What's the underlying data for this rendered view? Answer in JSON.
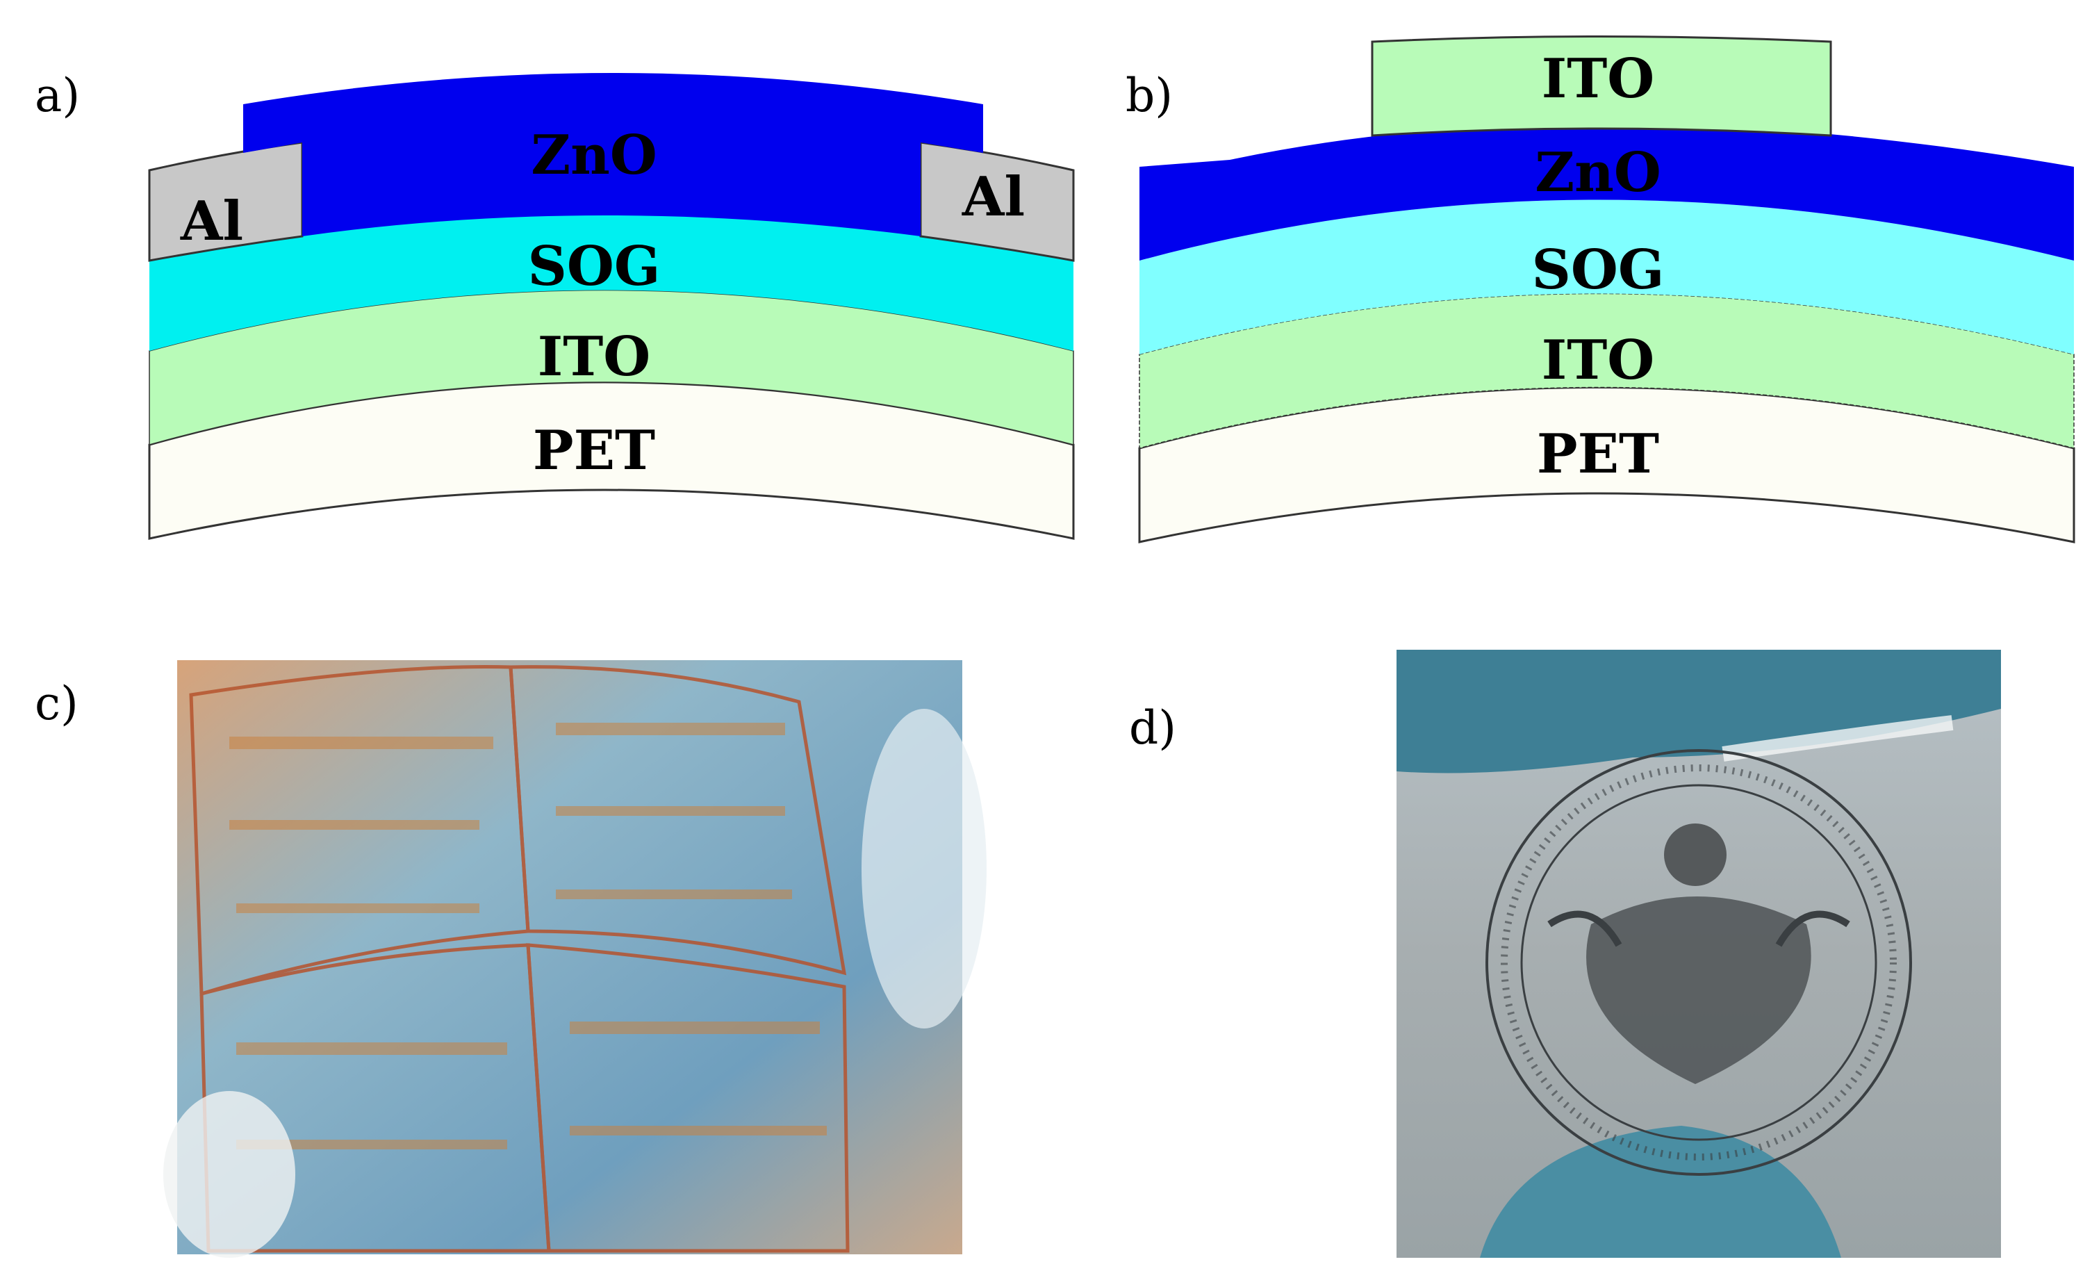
{
  "panel_a": {
    "label": "a)",
    "layers": {
      "zno": "ZnO",
      "al_left": "Al",
      "al_right": "Al",
      "sog": "SOG",
      "ito": "ITO",
      "pet": "PET"
    }
  },
  "panel_b": {
    "label": "b)",
    "layers": {
      "ito_top": "ITO",
      "zno": "ZnO",
      "sog": "SOG",
      "ito": "ITO",
      "pet": "PET"
    }
  },
  "panel_c": {
    "label": "c)"
  },
  "panel_d": {
    "label": "d)"
  },
  "colors": {
    "zno": "#0000ee",
    "al": "#c8c8c8",
    "sog_a": "#00f0f0",
    "sog_b": "#80ffff",
    "ito": "#b8fbb8",
    "pet": "#fdfdf5"
  }
}
